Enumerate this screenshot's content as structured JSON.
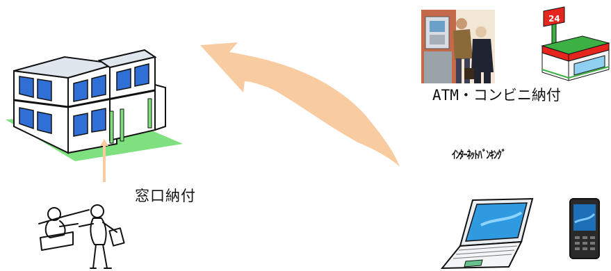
{
  "labels": {
    "counter_payment": "窓口納付",
    "atm_convenience": "ATM・コンビニ納付",
    "internet_banking": "ｲﾝﾀｰﾈｯﾄﾊﾞﾝｷﾝｸﾞ"
  },
  "icons": {
    "office": "office-building-icon",
    "counter": "counter-service-icon",
    "atm": "atm-users-icon",
    "store": "convenience-store-icon",
    "laptop": "laptop-icon",
    "phone": "mobile-phone-icon",
    "arrow": "curved-arrow-icon"
  },
  "colors": {
    "arrow": "#f8cba0",
    "building_window": "#2f6fd6",
    "lawn": "#7ee07e",
    "store_roof": "#e5261f",
    "store_stripe": "#3cb043"
  }
}
